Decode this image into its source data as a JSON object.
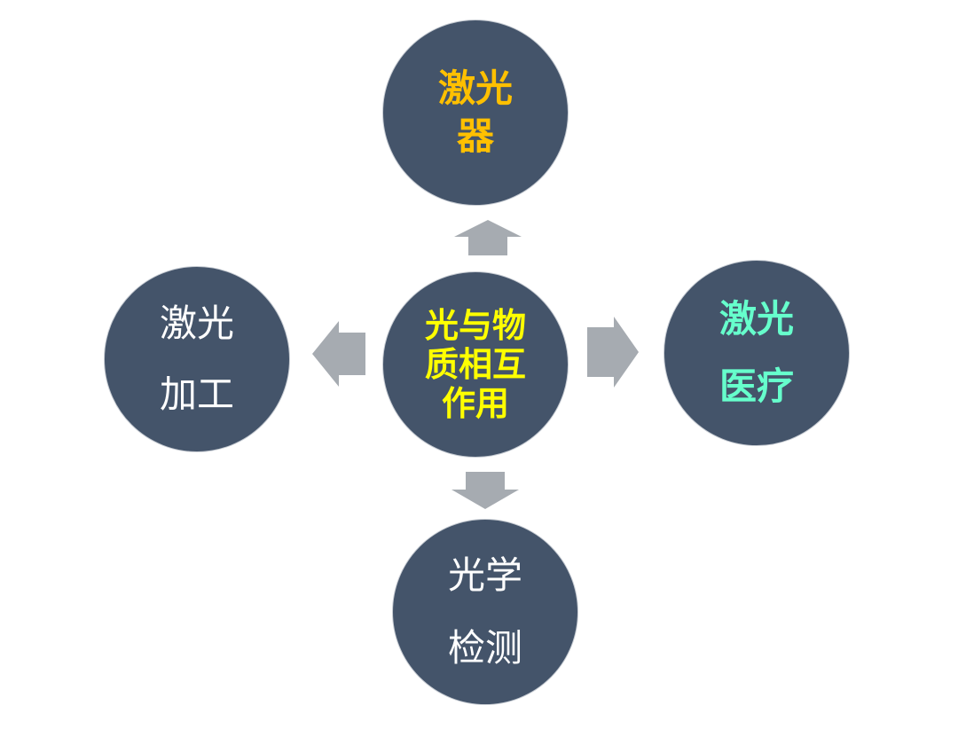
{
  "diagram": {
    "center": {
      "lines": [
        "光与物",
        "质相互",
        "作用"
      ],
      "color": "#ffff00"
    },
    "top": {
      "lines": [
        "激光",
        "器"
      ],
      "color": "#ffc000"
    },
    "right": {
      "lines": [
        "激光",
        "医疗"
      ],
      "color": "#66ffcc"
    },
    "bottom": {
      "lines": [
        "光学",
        "检测"
      ],
      "color": "#ffffff"
    },
    "left": {
      "lines": [
        "激光",
        "加工"
      ],
      "color": "#ffffff"
    },
    "node_color": "#44546a",
    "arrow_color": "#a6abb1"
  }
}
